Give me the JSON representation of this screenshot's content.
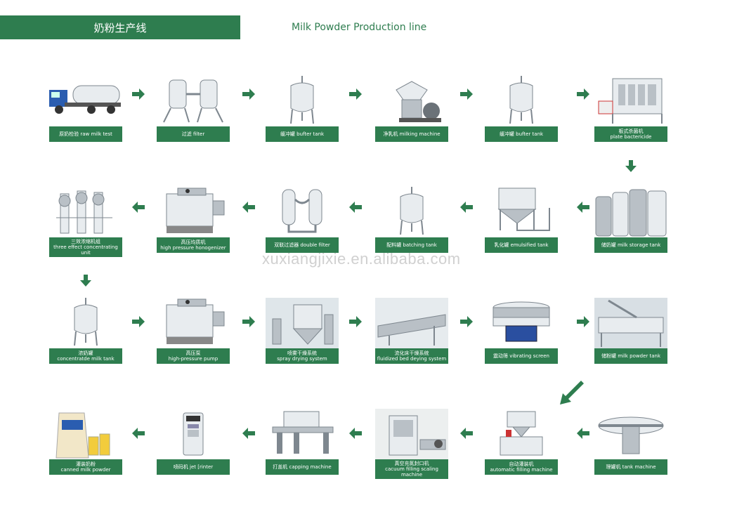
{
  "header": {
    "title_cn": "奶粉生产线",
    "title_en": "Milk Powder Production line"
  },
  "watermark": "xuxiangjixie.en.alibaba.com",
  "colors": {
    "brand_green": "#2e7d4f",
    "steel": "#c9ced3"
  },
  "steps": [
    {
      "id": "s1",
      "line1": "原奶检验 raw milk test",
      "line2": "",
      "icon": "milk-truck-icon"
    },
    {
      "id": "s2",
      "line1": "过滤 filter",
      "line2": "",
      "icon": "filter-icon"
    },
    {
      "id": "s3",
      "line1": "缓冲罐 bufter tank",
      "line2": "",
      "icon": "tank-icon"
    },
    {
      "id": "s4",
      "line1": "净乳机 milking machine",
      "line2": "",
      "icon": "separator-icon"
    },
    {
      "id": "s5",
      "line1": "缓冲罐 bufter tank",
      "line2": "",
      "icon": "tank-icon"
    },
    {
      "id": "s6",
      "line1": "板式杀菌机",
      "line2": "plate bactericide",
      "icon": "plate-sterilizer-icon"
    },
    {
      "id": "s7",
      "line1": "储奶罐 milk storage tank",
      "line2": "",
      "icon": "storage-tanks-icon"
    },
    {
      "id": "s8",
      "line1": "乳化罐 emulsified tank",
      "line2": "",
      "icon": "emulsify-tank-icon"
    },
    {
      "id": "s9",
      "line1": "配料罐 batching tank",
      "line2": "",
      "icon": "tank-icon"
    },
    {
      "id": "s10",
      "line1": "双联过滤器 double filter",
      "line2": "",
      "icon": "double-filter-icon"
    },
    {
      "id": "s11",
      "line1": "高压均质机",
      "line2": "high pressure honogenizer",
      "icon": "homogenizer-icon"
    },
    {
      "id": "s12",
      "line1": "三效浓缩机组",
      "line2": "three effect concentrating unit",
      "icon": "evaporator-icon"
    },
    {
      "id": "s13",
      "line1": "浓奶罐",
      "line2": "concentratde milk tank",
      "icon": "tank-icon"
    },
    {
      "id": "s14",
      "line1": "高压泵",
      "line2": "high-pressure pump",
      "icon": "homogenizer-icon"
    },
    {
      "id": "s15",
      "line1": "喷雾干燥系统",
      "line2": "spray drying system",
      "icon": "spray-dryer-icon"
    },
    {
      "id": "s16",
      "line1": "流化床干燥系统",
      "line2": "fluidized bed deying system",
      "icon": "fluid-bed-icon"
    },
    {
      "id": "s17",
      "line1": "震动筛 vibrating screen",
      "line2": "",
      "icon": "vibrating-screen-icon"
    },
    {
      "id": "s18",
      "line1": "储粉罐 milk powder tank",
      "line2": "",
      "icon": "powder-tank-icon"
    },
    {
      "id": "s19",
      "line1": "理罐机 tank machine",
      "line2": "",
      "icon": "turntable-icon"
    },
    {
      "id": "s20",
      "line1": "自动灌装机",
      "line2": "automatic filling machine",
      "icon": "filler-icon"
    },
    {
      "id": "s21",
      "line1": "真空充氮封口机",
      "line2": "cacuum filling scaling machine",
      "icon": "sealer-icon"
    },
    {
      "id": "s22",
      "line1": "打盖机 capping machine",
      "line2": "",
      "icon": "capper-icon"
    },
    {
      "id": "s23",
      "line1": "喷码机 jet [rinter",
      "line2": "",
      "icon": "jet-printer-icon"
    },
    {
      "id": "s24",
      "line1": "灌装奶粉",
      "line2": "canned milk powder",
      "icon": "milk-cans-icon"
    }
  ]
}
